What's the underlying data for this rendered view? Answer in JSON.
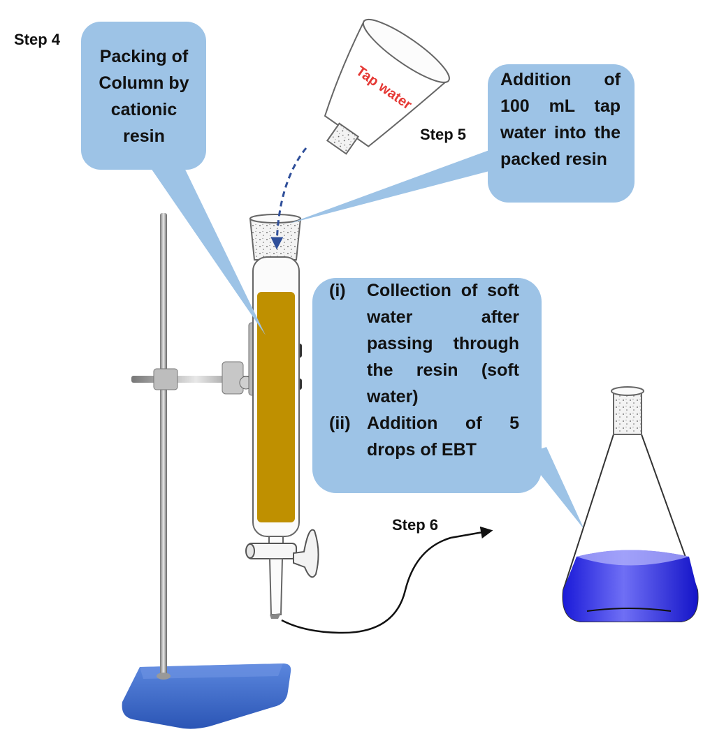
{
  "steps": {
    "step4": "Step 4",
    "step5": "Step 5",
    "step6": "Step 6"
  },
  "callouts": {
    "packing": "Packing of Column by cationic resin",
    "addition": "Addition of 100 mL tap water into the packed resin",
    "collection": {
      "items": [
        {
          "marker": "(i)",
          "text": "Collection of soft water after passing through the resin (soft water)"
        },
        {
          "marker": "(ii)",
          "text": "Addition of 5 drops of EBT"
        }
      ]
    }
  },
  "apparatus": {
    "funnel_label": "Tap water"
  },
  "colors": {
    "callout_fill": "#9dc3e6",
    "resin": "#bf9000",
    "soft_water": "#3b3bf0",
    "stand_base": "#3f6fd1"
  }
}
